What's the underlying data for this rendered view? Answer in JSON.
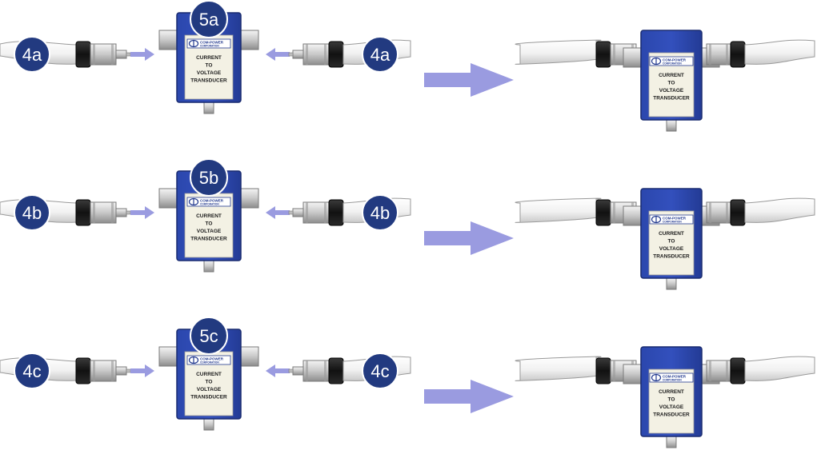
{
  "rows": [
    {
      "cable_label": "4a",
      "device_label": "5a"
    },
    {
      "cable_label": "4b",
      "device_label": "5b"
    },
    {
      "cable_label": "4c",
      "device_label": "5c"
    }
  ],
  "device": {
    "logo_text": "COM-POWER",
    "logo_subtext": "CORPORATION",
    "label_lines": [
      "CURRENT",
      "TO",
      "VOLTAGE",
      "TRANSDUCER"
    ]
  },
  "icons": {
    "transducer": "current-to-voltage-transducer-icon",
    "cable": "coaxial-cable-icon",
    "connect_arrow": "connect-arrow-icon",
    "result_arrow": "result-arrow-icon"
  },
  "colors": {
    "device_blue": "#2a45a8",
    "badge_navy": "#223a80",
    "arrow_lavender": "#9a9be0",
    "cable_white": "#f2f2f2"
  }
}
